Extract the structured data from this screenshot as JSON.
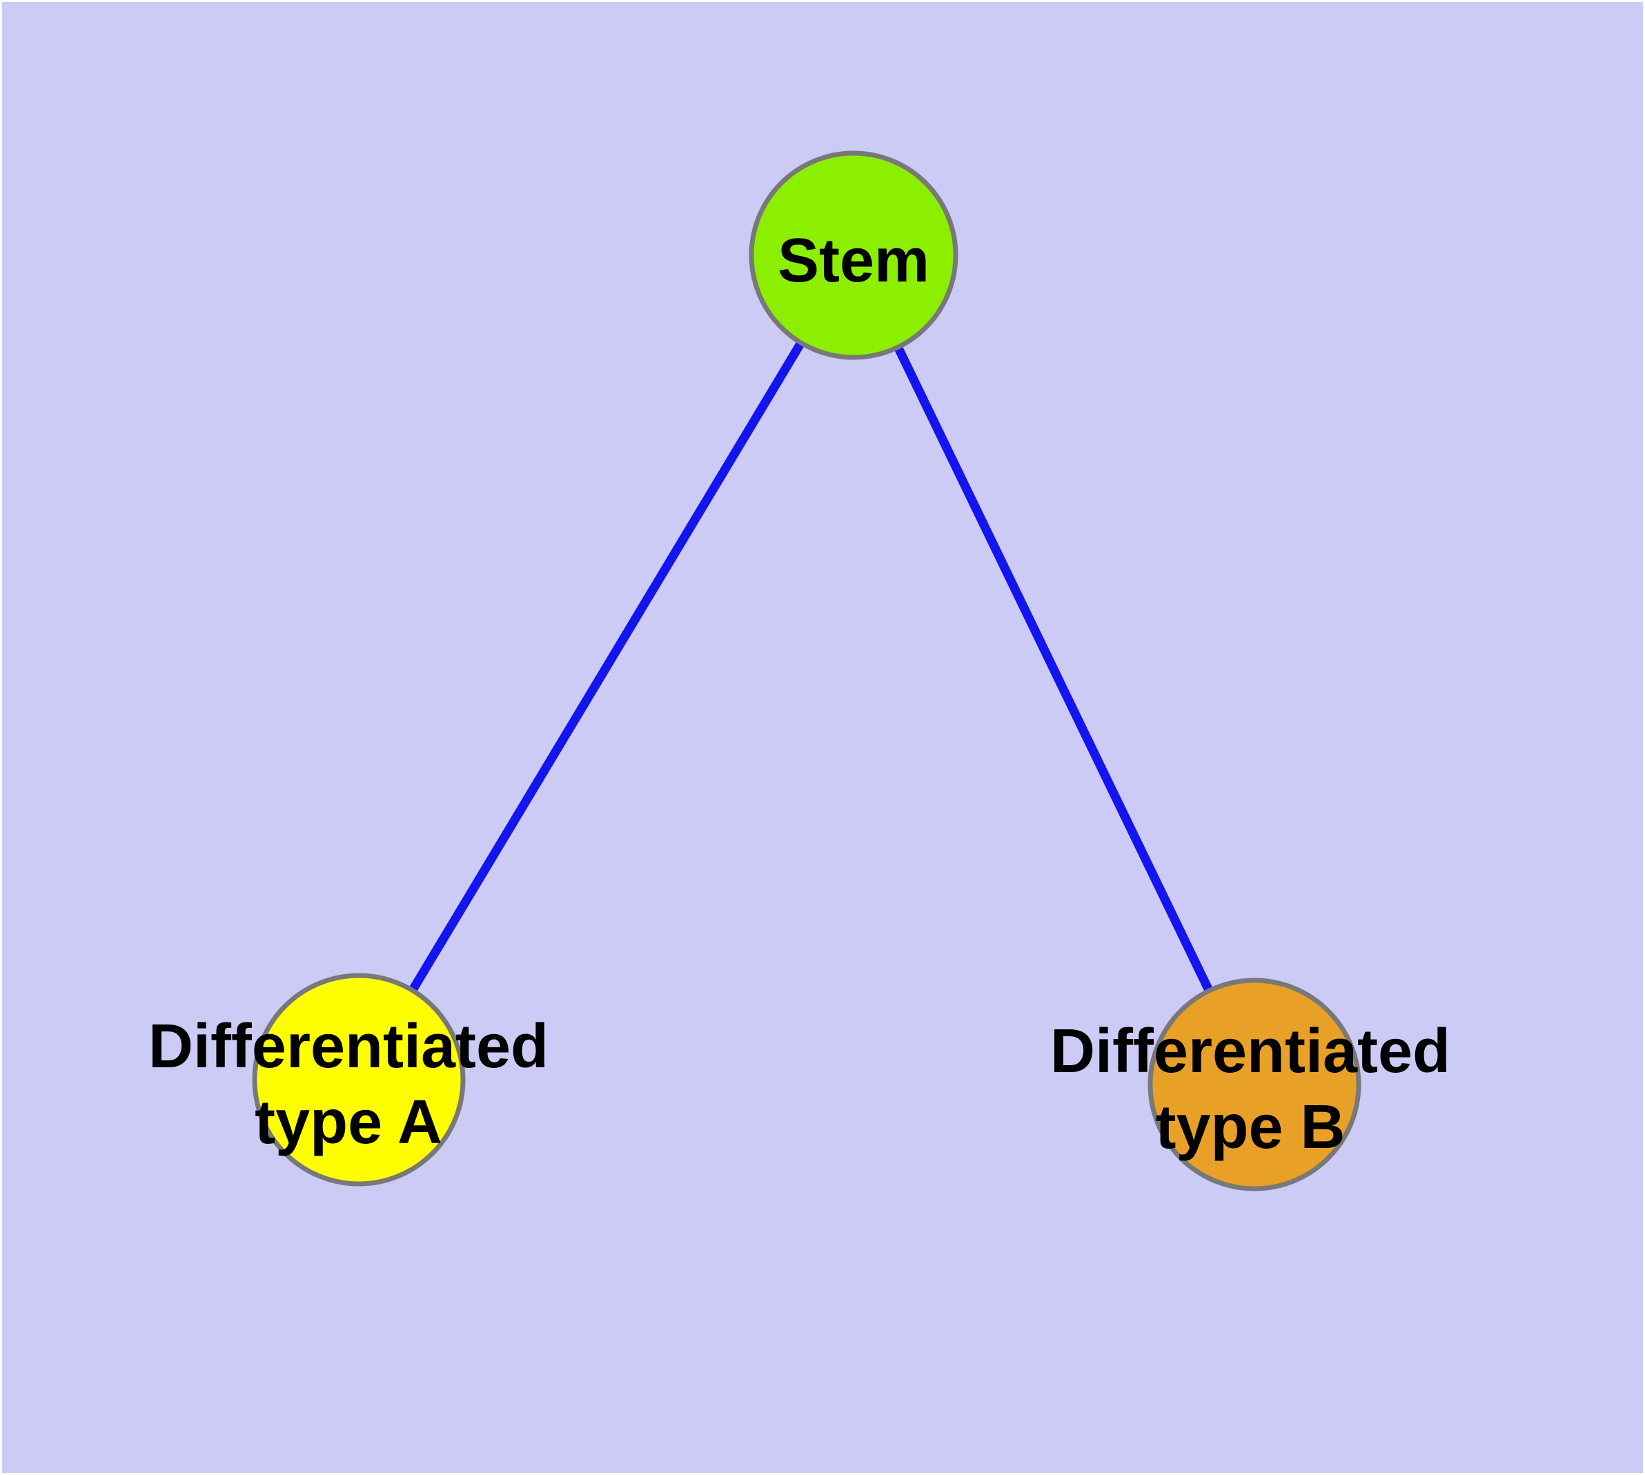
{
  "diagram": {
    "type": "node-link-graph",
    "colors": {
      "canvas_background": "#cbcbf5",
      "frame": "#ffffff",
      "edge": "#1414ee",
      "node_border": "#787878",
      "text": "#000000",
      "stem_fill": "#8cef00",
      "type_a_fill": "#ffff00",
      "type_b_fill": "#e8a126"
    },
    "nodes": {
      "stem": {
        "id": "stem",
        "label": "Stem"
      },
      "type_a": {
        "id": "type_a",
        "label": "Differentiated type A",
        "label_line1": "Differentiated",
        "label_line2": "type A"
      },
      "type_b": {
        "id": "type_b",
        "label": "Differentiated type B",
        "label_line1": "Differentiated",
        "label_line2": "type B"
      }
    },
    "edges": [
      {
        "from": "Stem",
        "to": "Differentiated type A"
      },
      {
        "from": "Stem",
        "to": "Differentiated type B"
      }
    ]
  }
}
